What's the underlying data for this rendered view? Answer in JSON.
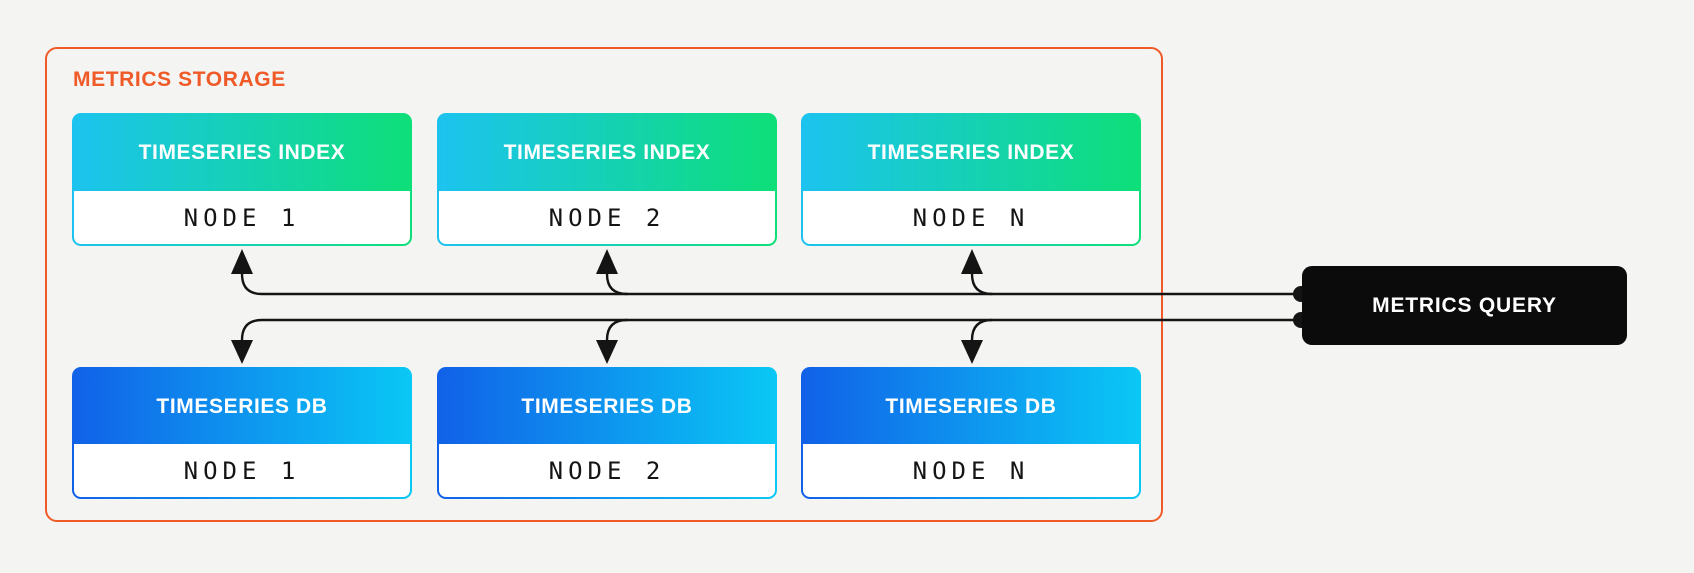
{
  "diagram": {
    "background": "#F4F4F2",
    "storage_group": {
      "label": "METRICS STORAGE",
      "border_color": "#F05A28"
    },
    "index_nodes": [
      {
        "title": "TIMESERIES INDEX",
        "node_label": "NODE 1"
      },
      {
        "title": "TIMESERIES INDEX",
        "node_label": "NODE 2"
      },
      {
        "title": "TIMESERIES INDEX",
        "node_label": "NODE N"
      }
    ],
    "db_nodes": [
      {
        "title": "TIMESERIES DB",
        "node_label": "NODE 1"
      },
      {
        "title": "TIMESERIES DB",
        "node_label": "NODE 2"
      },
      {
        "title": "TIMESERIES DB",
        "node_label": "NODE N"
      }
    ],
    "query_box": {
      "label": "METRICS QUERY",
      "background": "#0B0B0B",
      "text_color": "#FFFFFF"
    },
    "colors": {
      "index_gradient_start": "#1CC3F0",
      "index_gradient_end": "#0EDF78",
      "db_gradient_start": "#1161E8",
      "db_gradient_end": "#0AC8F5",
      "connector": "#141414",
      "group_border": "#F05A28"
    }
  }
}
